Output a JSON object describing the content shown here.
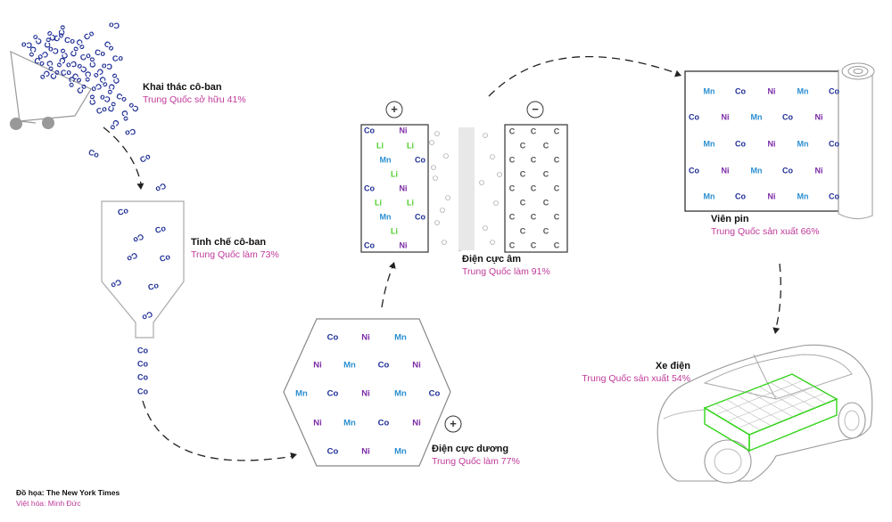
{
  "colors": {
    "co": "#1f2f96",
    "ni": "#7a2aa6",
    "mn": "#2b8fd1",
    "li": "#4ccf2a",
    "carbon": "#555555",
    "subtitle": "#c0399a",
    "line": "#aaaaaa",
    "battery_outline": "#33d41a",
    "arrow": "#222222"
  },
  "elements": {
    "co": "Co",
    "ni": "Ni",
    "mn": "Mn",
    "li": "Li",
    "c": "C"
  },
  "symbols": {
    "plus": "+",
    "minus": "−"
  },
  "steps": {
    "mining": {
      "title": "Khai thác cô-ban",
      "subtitle": "Trung Quốc sở hữu 41%"
    },
    "refining": {
      "title": "Tinh chế cô-ban",
      "subtitle": "Trung Quốc làm 73%"
    },
    "cathode": {
      "title": "Điện cực dương",
      "subtitle": "Trung Quốc làm 77%"
    },
    "anode": {
      "title": "Điện cực âm",
      "subtitle": "Trung Quốc làm 91%"
    },
    "cell": {
      "title": "Viên pin",
      "subtitle": "Trung Quốc sản xuất 66%"
    },
    "ev": {
      "title": "Xe điện",
      "subtitle": "Trung Quốc sản xuất 54%"
    }
  },
  "credits": {
    "graphic": "Đồ họa: The New York Times",
    "translation": "Việt hóa: Minh Đức"
  },
  "icons": [
    "cart-icon",
    "funnel-icon",
    "hexagon-icon",
    "electrode-icon",
    "battery-roll-icon",
    "car-icon"
  ]
}
